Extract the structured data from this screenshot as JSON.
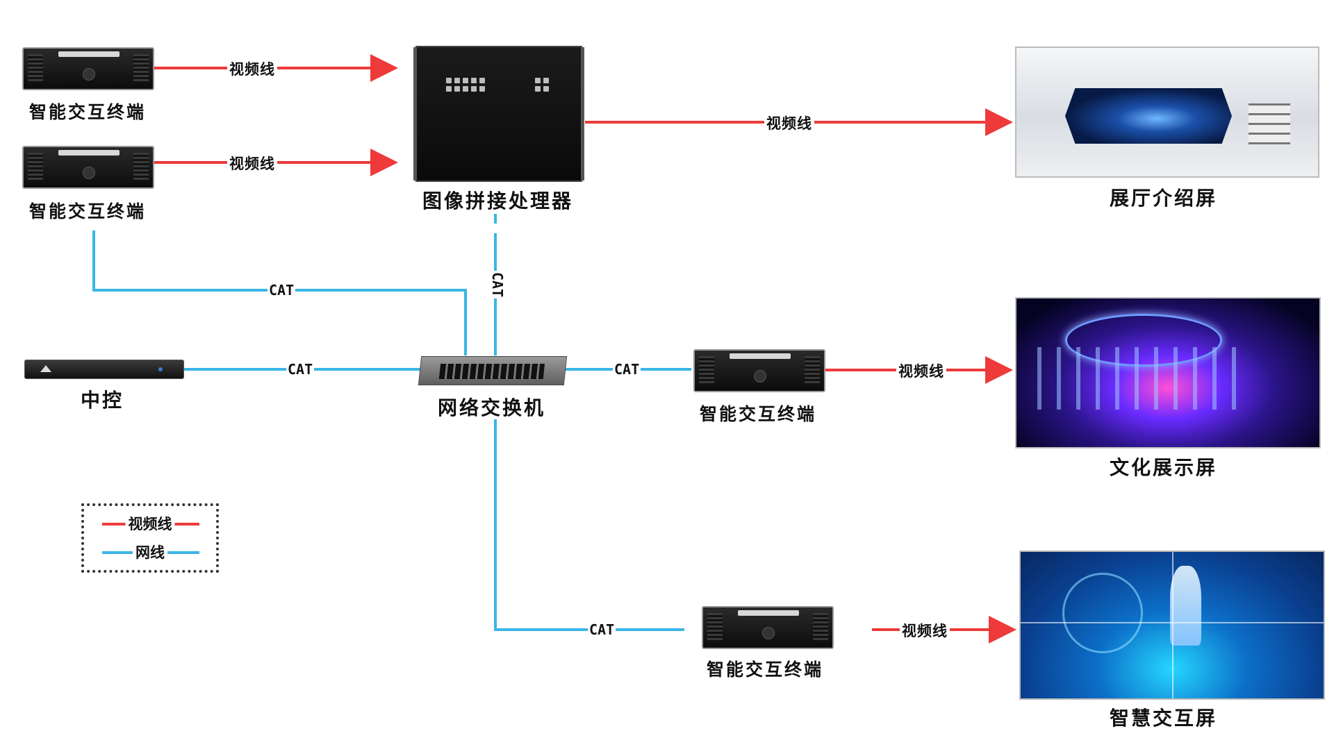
{
  "colors": {
    "video": "#ee3a3a",
    "network": "#3ab6e6"
  },
  "devices": {
    "terminal_1": "智能交互终端",
    "terminal_2": "智能交互终端",
    "processor": "图像拼接处理器",
    "central_control": "中控",
    "network_switch": "网络交换机",
    "terminal_3": "智能交互终端",
    "terminal_4": "智能交互终端"
  },
  "screens": {
    "hall": "展厅介绍屏",
    "culture": "文化展示屏",
    "smart": "智慧交互屏"
  },
  "links": {
    "t1_to_processor": "视频线",
    "t2_to_processor": "视频线",
    "processor_to_hall": "视频线",
    "t2_to_switch": "CAT",
    "processor_to_switch": "CAT",
    "control_to_switch": "CAT",
    "switch_to_t3": "CAT",
    "t3_to_culture": "视频线",
    "switch_to_t4": "CAT",
    "t4_to_smart": "视频线"
  },
  "legend": {
    "video_line": "视频线",
    "network_line": "网线"
  }
}
